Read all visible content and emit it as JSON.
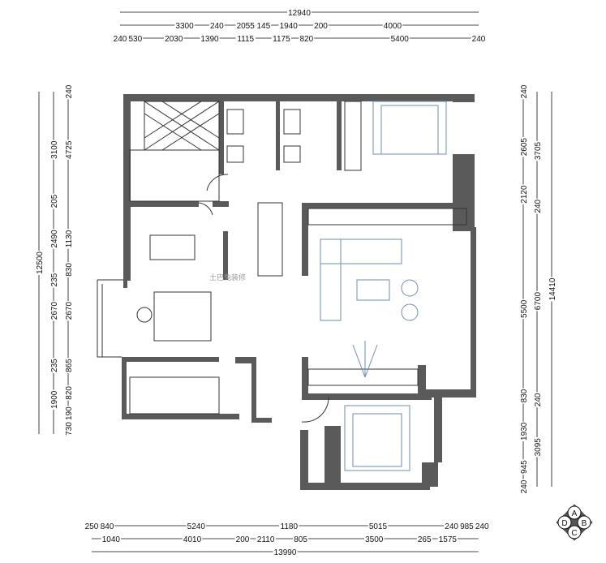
{
  "dimensions": {
    "top": [
      {
        "row": 0,
        "items": [
          {
            "v": "12940",
            "at": 0.5
          }
        ]
      },
      {
        "row": 1,
        "items": [
          {
            "v": "3300",
            "at": 0.18
          },
          {
            "v": "240",
            "at": 0.27
          },
          {
            "v": "2055",
            "at": 0.35
          },
          {
            "v": "145",
            "at": 0.4
          },
          {
            "v": "1940",
            "at": 0.47
          },
          {
            "v": "200",
            "at": 0.56
          },
          {
            "v": "4000",
            "at": 0.76
          }
        ]
      },
      {
        "row": 2,
        "items": [
          {
            "v": "240",
            "at": 0.0
          },
          {
            "v": "530",
            "at": 0.03
          },
          {
            "v": "2030",
            "at": 0.15
          },
          {
            "v": "1390",
            "at": 0.25
          },
          {
            "v": "1115",
            "at": 0.35
          },
          {
            "v": "1175",
            "at": 0.45
          },
          {
            "v": "820",
            "at": 0.52
          },
          {
            "v": "5400",
            "at": 0.78
          },
          {
            "v": "240",
            "at": 1.0
          }
        ]
      }
    ],
    "bottom": [
      {
        "row": 0,
        "items": [
          {
            "v": "250",
            "at": 0.0
          },
          {
            "v": "840",
            "at": 0.04
          },
          {
            "v": "5240",
            "at": 0.27
          },
          {
            "v": "1180",
            "at": 0.51
          },
          {
            "v": "5015",
            "at": 0.74
          },
          {
            "v": "240",
            "at": 0.93
          },
          {
            "v": "985",
            "at": 0.96
          },
          {
            "v": "240",
            "at": 0.99
          }
        ]
      },
      {
        "row": 1,
        "items": [
          {
            "v": "1040",
            "at": 0.05
          },
          {
            "v": "4010",
            "at": 0.26
          },
          {
            "v": "200",
            "at": 0.39
          },
          {
            "v": "2110",
            "at": 0.45
          },
          {
            "v": "805",
            "at": 0.54
          },
          {
            "v": "3500",
            "at": 0.73
          },
          {
            "v": "265",
            "at": 0.86
          },
          {
            "v": "1575",
            "at": 0.92
          }
        ]
      },
      {
        "row": 2,
        "items": [
          {
            "v": "13990",
            "at": 0.5
          }
        ]
      }
    ],
    "left": [
      {
        "col": 0,
        "items": [
          {
            "v": "12500",
            "at": 0.5
          }
        ]
      },
      {
        "col": 1,
        "items": [
          {
            "v": "3100",
            "at": 0.17
          },
          {
            "v": "205",
            "at": 0.32
          },
          {
            "v": "2490",
            "at": 0.43
          },
          {
            "v": "235",
            "at": 0.55
          },
          {
            "v": "2670",
            "at": 0.64
          },
          {
            "v": "235",
            "at": 0.8
          },
          {
            "v": "1900",
            "at": 0.9
          }
        ]
      },
      {
        "col": 2,
        "items": [
          {
            "v": "240",
            "at": 0.0
          },
          {
            "v": "4725",
            "at": 0.17
          },
          {
            "v": "1130",
            "at": 0.43
          },
          {
            "v": "830",
            "at": 0.52
          },
          {
            "v": "2670",
            "at": 0.64
          },
          {
            "v": "865",
            "at": 0.8
          },
          {
            "v": "820",
            "at": 0.88
          },
          {
            "v": "190",
            "at": 0.94
          },
          {
            "v": "730",
            "at": 0.98
          }
        ]
      }
    ],
    "right": [
      {
        "col": 0,
        "items": [
          {
            "v": "240",
            "at": 0.0
          },
          {
            "v": "2605",
            "at": 0.14
          },
          {
            "v": "2120",
            "at": 0.26
          },
          {
            "v": "5500",
            "at": 0.55
          },
          {
            "v": "830",
            "at": 0.77
          },
          {
            "v": "1930",
            "at": 0.86
          },
          {
            "v": "945",
            "at": 0.95
          },
          {
            "v": "240",
            "at": 1.0
          }
        ]
      },
      {
        "col": 1,
        "items": [
          {
            "v": "3705",
            "at": 0.15
          },
          {
            "v": "240",
            "at": 0.29
          },
          {
            "v": "6700",
            "at": 0.53
          },
          {
            "v": "240",
            "at": 0.78
          },
          {
            "v": "3095",
            "at": 0.9
          }
        ]
      },
      {
        "col": 2,
        "items": [
          {
            "v": "14410",
            "at": 0.5
          }
        ]
      }
    ]
  },
  "compass": {
    "labels": [
      "A",
      "B",
      "C",
      "D"
    ]
  },
  "watermark": "土巴兔装修"
}
